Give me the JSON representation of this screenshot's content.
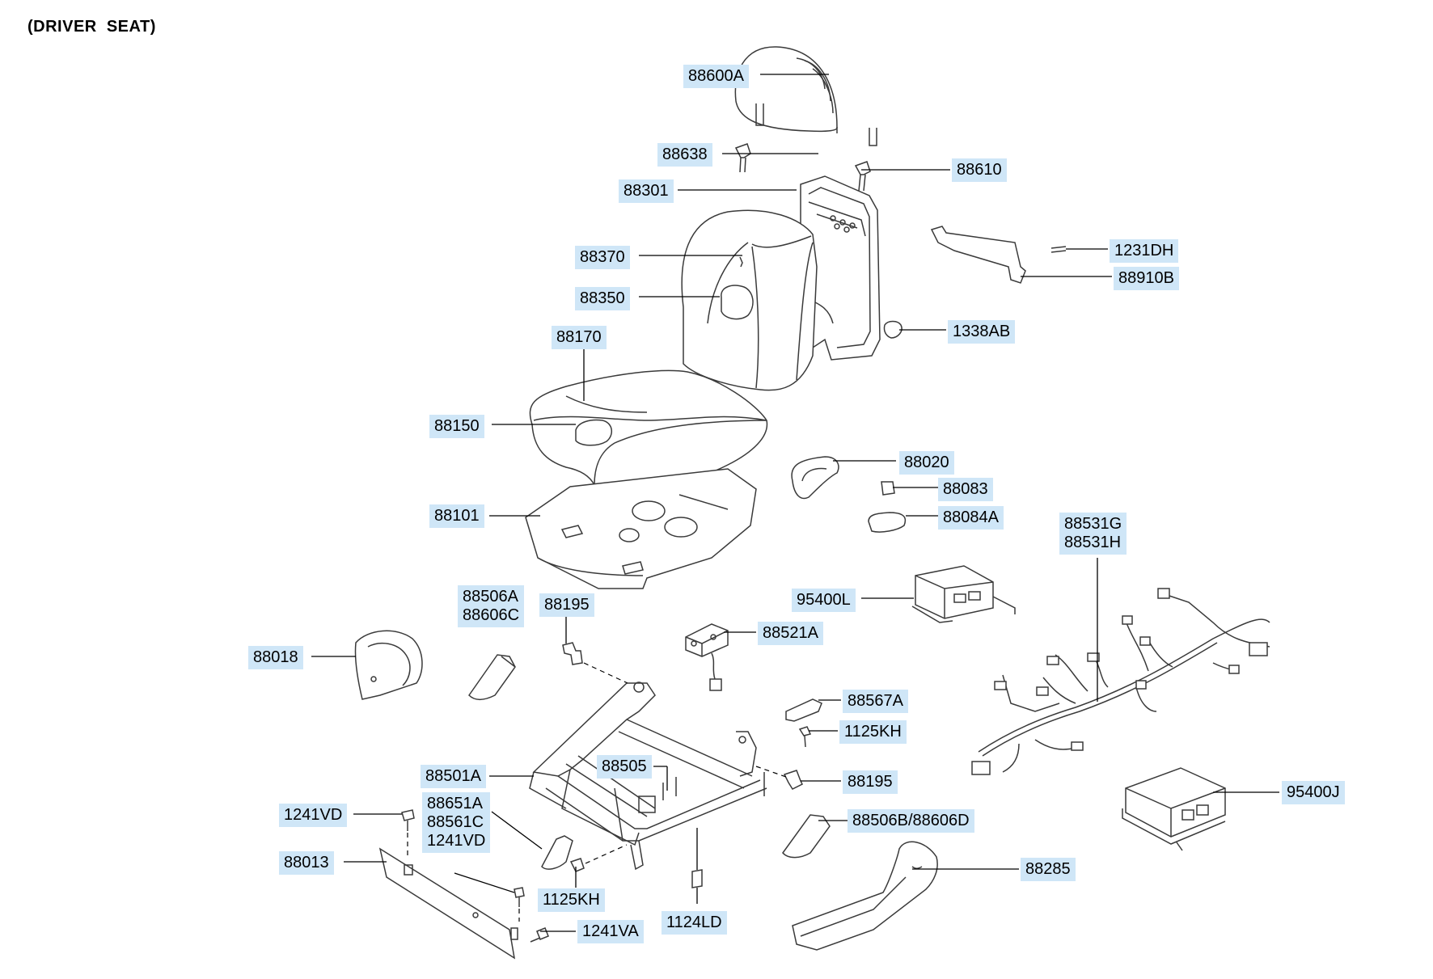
{
  "title": "(DRIVER  SEAT)",
  "label_color": "#cfe6f7",
  "parts": {
    "p88600A": "88600A",
    "p88638": "88638",
    "p88610": "88610",
    "p88301": "88301",
    "p88370": "88370",
    "p88350": "88350",
    "p1231DH": "1231DH",
    "p88910B": "88910B",
    "p1338AB": "1338AB",
    "p88170": "88170",
    "p88150": "88150",
    "p88020": "88020",
    "p88083": "88083",
    "p88084A": "88084A",
    "p88101": "88101",
    "p88531G": "88531G",
    "p88531H": "88531H",
    "p95400L": "95400L",
    "p88506A": "88506A",
    "p88606C": "88606C",
    "p88195a": "88195",
    "p88521A": "88521A",
    "p88018": "88018",
    "p88567A": "88567A",
    "p1125KHa": "1125KH",
    "p88501A": "88501A",
    "p88505": "88505",
    "p88195b": "88195",
    "p95400J": "95400J",
    "p1241VDa": "1241VD",
    "p88651A": "88651A",
    "p88561C": "88561C",
    "p1241VDb": "1241VD",
    "p88506B": "88506B/88606D",
    "p88013": "88013",
    "p1125KHb": "1125KH",
    "p88285": "88285",
    "p1124LD": "1124LD",
    "p1241VA": "1241VA"
  }
}
